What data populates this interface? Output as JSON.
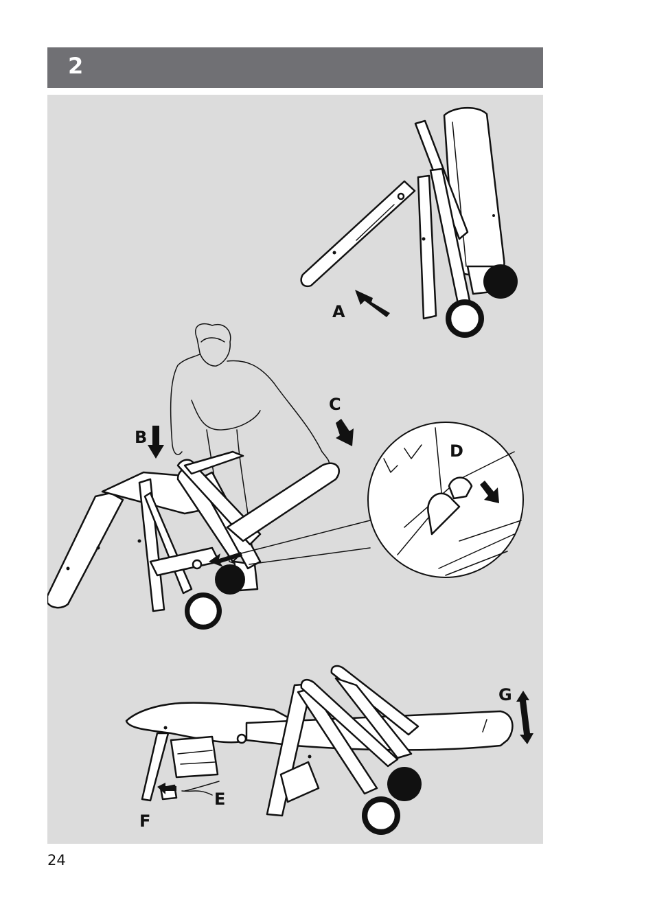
{
  "header": {
    "step_number": "2"
  },
  "labels": {
    "a": "A",
    "b": "B",
    "c": "C",
    "d": "D",
    "e": "E",
    "f": "F",
    "g": "G"
  },
  "footer": {
    "page_number": "24"
  },
  "colors": {
    "header_bar": "#707074",
    "panel_background": "#dcdcdc",
    "line_art": "#111111"
  }
}
